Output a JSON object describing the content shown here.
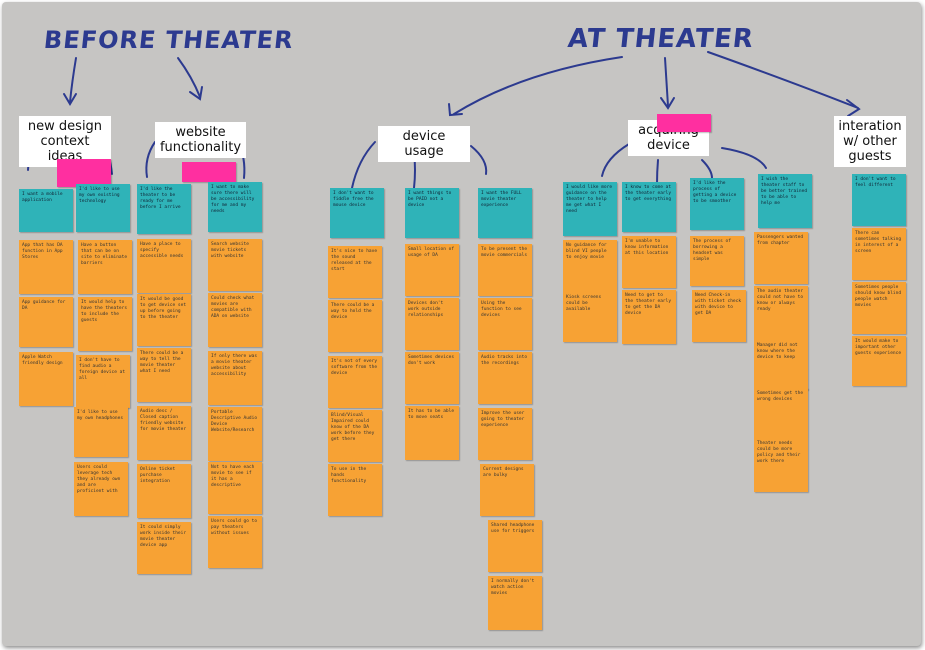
{
  "headings": {
    "before": "BEFORE THEATER",
    "at": "AT THEATER"
  },
  "labels": {
    "new_design": "new design\ncontext ideas",
    "website": "website\nfunctionality",
    "device_usage": "device usage",
    "acquiring": "acquiring\ndevice",
    "interaction": "interation\nw/ other\nguests"
  },
  "notes": {
    "c1_head": "I want a mobile application",
    "c1_a": "App that has DA function in App Stores",
    "c1_b": "App guidance for DA",
    "c1_c": "Apple Watch friendly design",
    "c2_head": "I'd like to use my own existing technology",
    "c2_a": "Have a button that can be on site to eliminate barriers",
    "c2_b": "It would help to have the theaters to include the guests",
    "c2_c": "I don't have to find audio a foreign device at all",
    "c2_d": "I'd like to use my own headphones",
    "c2_e": "Users could leverage tech they already own and are proficient with",
    "c3_head": "I'd like the theater to be ready for me before I arrive",
    "c3_a": "Have a place to specify accessible needs",
    "c3_b": "It would be good to get device set up before going to the theater",
    "c3_c": "There could be a way to tell the movie theater what I need",
    "c3_d": "Audio desc / Closed caption friendly website for movie theater",
    "c3_e": "Online ticket purchase integration",
    "c3_f": "It could simply work inside their movie theater device app",
    "c4_head": "I want to make sure there will be accessibility for me and my needs",
    "c4_a": "Search website movie tickets with website",
    "c4_b": "Could check what movies are compatible with ADA on website",
    "c4_c": "If only there was a movie theater website about accessibility",
    "c4_d": "Portable Descriptive Audio Device Website/Research",
    "c4_e": "Not to have each movie to see if it has a descriptive",
    "c4_f": "Users could go to pay theaters without issues",
    "d1_head": "I don't want to fiddle free the mouse device",
    "d1_a": "It's nice to have the sound released at the start",
    "d1_b": "There could be a way to hold the device",
    "d1_c": "It's not of every software from the device",
    "d1_d": "Blind/Visual Impaired could know of the DA work before they get there",
    "d1_e": "To use in the hands functionality",
    "d2_head": "I want things to be PAID not a device",
    "d2_a": "Small location of usage of DA",
    "d2_b": "Devices don't work outside relationships",
    "d2_c": "Sometimes devices don't work",
    "d2_d": "It has to be able to move seats",
    "d3_head": "I want the FULL movie theater experience",
    "d3_a": "To be present the movie commercials",
    "d3_b": "Using the function to see devices",
    "d3_c": "Audio tracks into the recordings",
    "d3_d": "Improve the user going to theater experience",
    "d3_e": "Current designs are bulky",
    "d3_f": "Shared headphone use for triggers",
    "d3_g": "I normally don't watch action movies",
    "a1_head": "I would like more guidance on the theater to help me get what I need",
    "a1_a": "No guidance for blind VI people to enjoy movie",
    "a1_b": "Kiosk screens could be available",
    "a2_head": "I know to come at the theater early to get everything",
    "a2_a": "I'm unable to know information at this location",
    "a2_b": "Need to get to the theater early to get the DA device",
    "a3_head": "I'd like the process of getting a device to be smoother",
    "a3_a": "The process of borrowing a headset was simple",
    "a3_b": "Need Check-in with ticket check with device to get DA",
    "a4_head": "I wish the theater staff to be better trained to be able to help me",
    "a4_a": "Passengers wanted from chapter",
    "a4_b": "The audio theater could not have to know or always ready",
    "a4_c": "Manager did not know where the device to keep",
    "a4_d": "Sometimes get the wrong devices",
    "a4_e": "Theater needs could be more policy and their work there",
    "g1_head": "I don't want to feel different",
    "g1_a": "There can sometimes talking in interest of a screen",
    "g1_b": "Sometimes people should know blind people watch movies",
    "g1_c": "It would make to important other guests experience"
  }
}
